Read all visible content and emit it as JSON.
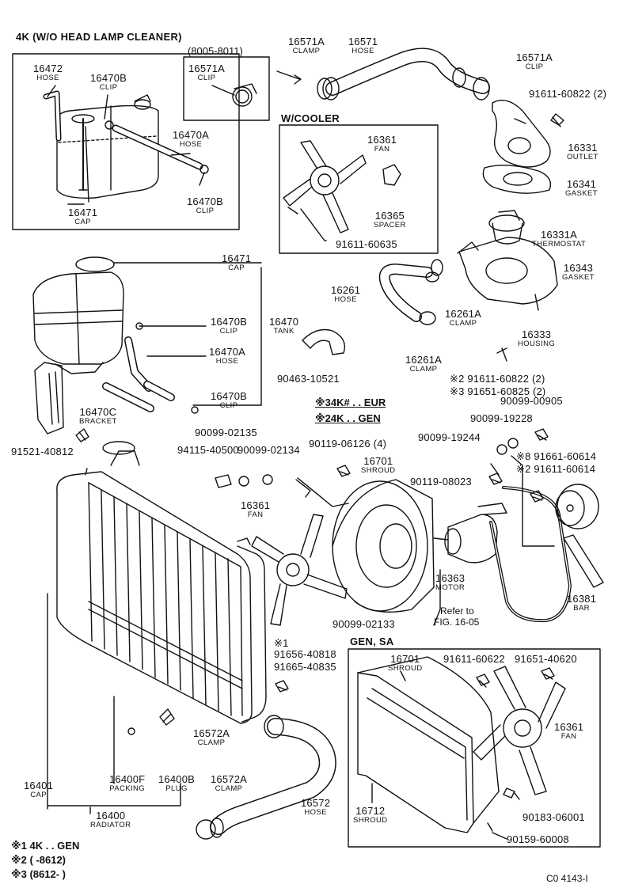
{
  "headers": {
    "top_left": "4K (W/O HEAD LAMP CLEANER)",
    "date_range": "(8005-8011)",
    "w_cooler": "W/COOLER",
    "gen_sa": "GEN, SA",
    "eur_note": "※34K# . . EUR",
    "gen_note": "※24K . . GEN",
    "refer": "Refer to",
    "refer_fig": "FIG. 16-05"
  },
  "callouts": [
    {
      "pn": "16472",
      "nm": "HOSE"
    },
    {
      "pn": "16470B",
      "nm": "CLIP"
    },
    {
      "pn": "16470A",
      "nm": "HOSE"
    },
    {
      "pn": "16470B",
      "nm": "CLIP"
    },
    {
      "pn": "16471",
      "nm": "CAP"
    },
    {
      "pn": "16571A",
      "nm": "CLIP"
    },
    {
      "pn": "16571A",
      "nm": "CLAMP"
    },
    {
      "pn": "16571",
      "nm": "HOSE"
    },
    {
      "pn": "16571A",
      "nm": "CLIP"
    },
    {
      "pn": "91611-60822 (2)",
      "nm": ""
    },
    {
      "pn": "16331",
      "nm": "OUTLET"
    },
    {
      "pn": "16341",
      "nm": "GASKET"
    },
    {
      "pn": "16331A",
      "nm": "THERMOSTAT"
    },
    {
      "pn": "16343",
      "nm": "GASKET"
    },
    {
      "pn": "16333",
      "nm": "HOUSING"
    },
    {
      "pn": "16361",
      "nm": "FAN"
    },
    {
      "pn": "16365",
      "nm": "SPACER"
    },
    {
      "pn": "91611-60635",
      "nm": ""
    },
    {
      "pn": "16471",
      "nm": "CAP"
    },
    {
      "pn": "16470B",
      "nm": "CLIP"
    },
    {
      "pn": "16470",
      "nm": "TANK"
    },
    {
      "pn": "16470A",
      "nm": "HOSE"
    },
    {
      "pn": "90463-10521",
      "nm": ""
    },
    {
      "pn": "16470B",
      "nm": "CLIP"
    },
    {
      "pn": "16470C",
      "nm": "BRACKET"
    },
    {
      "pn": "91521-40812",
      "nm": ""
    },
    {
      "pn": "16261",
      "nm": "HOSE"
    },
    {
      "pn": "16261A",
      "nm": "CLAMP"
    },
    {
      "pn": "16261A",
      "nm": "CLAMP"
    },
    {
      "pn": "※2 91611-60822 (2)",
      "nm": ""
    },
    {
      "pn": "※3 91651-60825 (2)",
      "nm": ""
    },
    {
      "pn": "94115-40500",
      "nm": ""
    },
    {
      "pn": "90099-02135",
      "nm": ""
    },
    {
      "pn": "90099-02134",
      "nm": ""
    },
    {
      "pn": "90119-06126 (4)",
      "nm": ""
    },
    {
      "pn": "16701",
      "nm": "SHROUD"
    },
    {
      "pn": "90099-00905",
      "nm": ""
    },
    {
      "pn": "90099-19228",
      "nm": ""
    },
    {
      "pn": "90099-19244",
      "nm": ""
    },
    {
      "pn": "※8 91661-60614",
      "nm": ""
    },
    {
      "pn": "※2 91611-60614",
      "nm": ""
    },
    {
      "pn": "90119-08023",
      "nm": ""
    },
    {
      "pn": "16361",
      "nm": "FAN"
    },
    {
      "pn": "16363",
      "nm": "MOTOR"
    },
    {
      "pn": "16381",
      "nm": "BAR"
    },
    {
      "pn": "90099-02133",
      "nm": ""
    },
    {
      "pn": "※1",
      "nm": ""
    },
    {
      "pn": "91656-40818",
      "nm": ""
    },
    {
      "pn": "91665-40835",
      "nm": ""
    },
    {
      "pn": "16701",
      "nm": "SHROUD"
    },
    {
      "pn": "91611-60622",
      "nm": ""
    },
    {
      "pn": "91651-40620",
      "nm": ""
    },
    {
      "pn": "16361",
      "nm": "FAN"
    },
    {
      "pn": "16572A",
      "nm": "CLAMP"
    },
    {
      "pn": "16572A",
      "nm": "CLAMP"
    },
    {
      "pn": "16572",
      "nm": "HOSE"
    },
    {
      "pn": "16712",
      "nm": "SHROUD"
    },
    {
      "pn": "90183-06001",
      "nm": ""
    },
    {
      "pn": "90159-60008",
      "nm": ""
    },
    {
      "pn": "16401",
      "nm": "CAP"
    },
    {
      "pn": "16400F",
      "nm": "PACKING"
    },
    {
      "pn": "16400B",
      "nm": "PLUG"
    },
    {
      "pn": "16400",
      "nm": "RADIATOR"
    }
  ],
  "footnotes": [
    "※1 4K . . GEN",
    "※2 (        -8612)",
    "※3 (8612-          )"
  ],
  "figure_code": "C0 4143-I"
}
